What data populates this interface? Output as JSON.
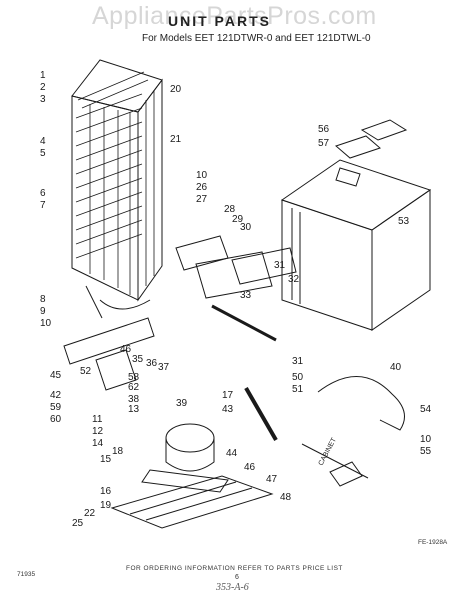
{
  "watermark": "AppliancePartsPros.com",
  "title": "UNIT PARTS",
  "subtitle": "For Models EET 121DTWR-0 and EET 121DTWL-0",
  "footer": "FOR ORDERING INFORMATION REFER TO PARTS PRICE LIST",
  "figure_code": "FE-1928A",
  "left_code": "71935",
  "page_number": "6",
  "handwritten": "353-A-6",
  "cabinet_label": "CABINET",
  "callouts": [
    "1",
    "2",
    "3",
    "20",
    "21",
    "4",
    "5",
    "6",
    "7",
    "10",
    "26",
    "27",
    "28",
    "29",
    "30",
    "56",
    "57",
    "53",
    "31",
    "32",
    "33",
    "8",
    "9",
    "10",
    "46",
    "35",
    "36",
    "37",
    "52",
    "45",
    "58",
    "62",
    "42",
    "59",
    "60",
    "38",
    "13",
    "11",
    "12",
    "14",
    "18",
    "17",
    "43",
    "39",
    "15",
    "44",
    "46",
    "47",
    "16",
    "19",
    "48",
    "22",
    "25",
    "40",
    "54",
    "10",
    "55",
    "50",
    "51",
    "31"
  ]
}
